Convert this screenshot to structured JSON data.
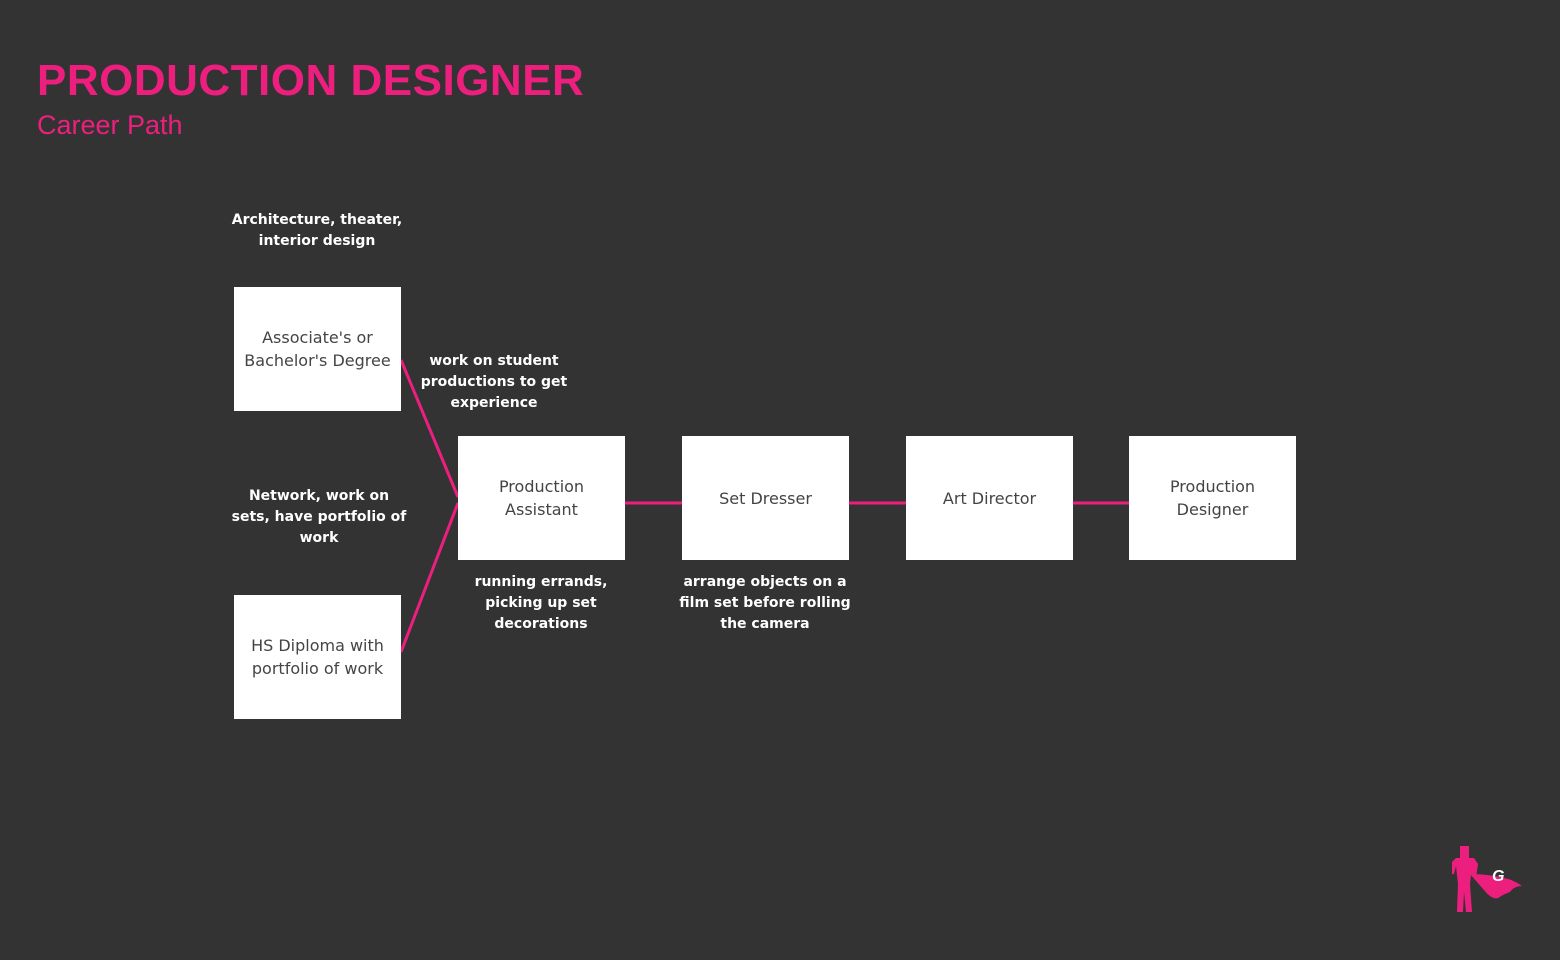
{
  "header": {
    "title": "PRODUCTION DESIGNER",
    "subtitle": "Career Path"
  },
  "colors": {
    "accent": "#ec1f7f",
    "background": "#333333",
    "box": "#ffffff"
  },
  "nodes": {
    "degree": "Associate's or Bachelor's Degree",
    "diploma": "HS Diploma with portfolio of work",
    "assistant": "Production Assistant",
    "dresser": "Set Dresser",
    "art_director": "Art Director",
    "designer": "Production Designer"
  },
  "notes": {
    "degree": "Architecture, theater, interior design",
    "student": "work on student productions to get experience",
    "network": "Network, work on sets, have portfolio of work",
    "assistant": "running errands, picking up set decorations",
    "dresser": "arrange objects on a film set before rolling the camera"
  },
  "logo": {
    "letter": "G"
  }
}
